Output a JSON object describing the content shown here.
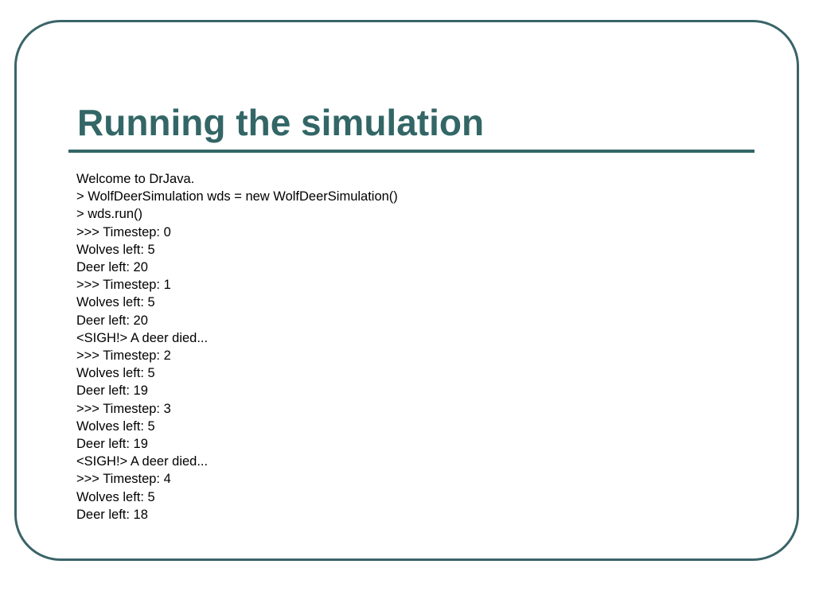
{
  "slide": {
    "title": "Running the simulation",
    "colors": {
      "title": "#336666",
      "rule": "#336666",
      "frame": "#3a6468",
      "text": "#000000"
    },
    "console_lines": [
      "Welcome to DrJava.",
      "> WolfDeerSimulation wds = new WolfDeerSimulation()",
      "> wds.run()",
      ">>> Timestep: 0",
      "Wolves left: 5",
      "Deer left: 20",
      ">>> Timestep: 1",
      "Wolves left: 5",
      "Deer left: 20",
      "<SIGH!> A deer died...",
      ">>> Timestep: 2",
      "Wolves left: 5",
      "Deer left: 19",
      ">>> Timestep: 3",
      "Wolves left: 5",
      "Deer left: 19",
      "<SIGH!> A deer died...",
      ">>> Timestep: 4",
      "Wolves left: 5",
      "Deer left: 18"
    ]
  }
}
